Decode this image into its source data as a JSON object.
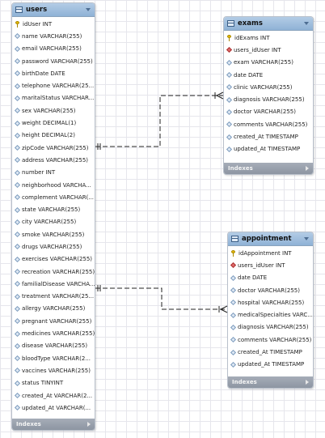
{
  "tables": {
    "users": {
      "title": "users",
      "footer": "Indexes",
      "columns": [
        {
          "label": "idUser INT",
          "icon": "key"
        },
        {
          "label": "name VARCHAR(255)",
          "icon": "diamond"
        },
        {
          "label": "email VARCHAR(255)",
          "icon": "diamond"
        },
        {
          "label": "password VARCHAR(255)",
          "icon": "diamond"
        },
        {
          "label": "birthDate DATE",
          "icon": "diamond"
        },
        {
          "label": "telephone VARCHAR(25...",
          "icon": "diamond"
        },
        {
          "label": "maritalStatus VARCHAR...",
          "icon": "diamond"
        },
        {
          "label": "sex VARCHAR(255)",
          "icon": "diamond"
        },
        {
          "label": "weight DECIMAL(1)",
          "icon": "diamond"
        },
        {
          "label": "height DECIMAL(2)",
          "icon": "diamond"
        },
        {
          "label": "zipCode VARCHAR(255)",
          "icon": "diamond"
        },
        {
          "label": "address VARCHAR(255)",
          "icon": "diamond"
        },
        {
          "label": "number INT",
          "icon": "diamond"
        },
        {
          "label": "neighborhood VARCHA...",
          "icon": "diamond"
        },
        {
          "label": "complement VARCHAR(...",
          "icon": "diamond"
        },
        {
          "label": "state VARCHAR(255)",
          "icon": "diamond"
        },
        {
          "label": "city VARCHAR(255)",
          "icon": "diamond"
        },
        {
          "label": "smoke VARCHAR(255)",
          "icon": "diamond"
        },
        {
          "label": "drugs VARCHAR(255)",
          "icon": "diamond"
        },
        {
          "label": "exercises VARCHAR(255)",
          "icon": "diamond"
        },
        {
          "label": "recreation VARCHAR(255)",
          "icon": "diamond"
        },
        {
          "label": "familialDisease VARCHA...",
          "icon": "diamond"
        },
        {
          "label": "treatment VARCHAR(25...",
          "icon": "diamond"
        },
        {
          "label": "allergy VARCHAR(255)",
          "icon": "diamond"
        },
        {
          "label": "pregnant VARCHAR(255)",
          "icon": "diamond"
        },
        {
          "label": "medicines VARCHAR(255)",
          "icon": "diamond"
        },
        {
          "label": "disease VARCHAR(255)",
          "icon": "diamond"
        },
        {
          "label": "bloodType VARCHAR(2...",
          "icon": "diamond"
        },
        {
          "label": "vaccines VARCHAR(255)",
          "icon": "diamond"
        },
        {
          "label": "status TINYINT",
          "icon": "diamond"
        },
        {
          "label": "created_At VARCHAR(2...",
          "icon": "diamond"
        },
        {
          "label": "updated_At VARCHAR(...",
          "icon": "diamond"
        }
      ]
    },
    "exams": {
      "title": "exams",
      "footer": "Indexes",
      "columns": [
        {
          "label": "idExams INT",
          "icon": "key"
        },
        {
          "label": "users_idUser INT",
          "icon": "fk"
        },
        {
          "label": "exam VARCHAR(255)",
          "icon": "diamond"
        },
        {
          "label": "date DATE",
          "icon": "diamond"
        },
        {
          "label": "clinic VARCHAR(255)",
          "icon": "diamond"
        },
        {
          "label": "diagnosis VARCHAR(255)",
          "icon": "diamond"
        },
        {
          "label": "doctor VARCHAR(255)",
          "icon": "diamond"
        },
        {
          "label": "comments VARCHAR(255)",
          "icon": "diamond"
        },
        {
          "label": "created_At TIMESTAMP",
          "icon": "diamond"
        },
        {
          "label": "updated_At TIMESTAMP",
          "icon": "diamond"
        }
      ]
    },
    "appointment": {
      "title": "appointment",
      "footer": "Indexes",
      "columns": [
        {
          "label": "idAppointment INT",
          "icon": "key"
        },
        {
          "label": "users_idUser INT",
          "icon": "fk"
        },
        {
          "label": "date DATE",
          "icon": "diamond"
        },
        {
          "label": "doctor VARCHAR(255)",
          "icon": "diamond"
        },
        {
          "label": "hospital VARCHAR(255)",
          "icon": "diamond"
        },
        {
          "label": "medicalSpecialties VARC...",
          "icon": "diamond"
        },
        {
          "label": "diagnosis VARCHAR(255)",
          "icon": "diamond"
        },
        {
          "label": "comments VARCHAR(255)",
          "icon": "diamond"
        },
        {
          "label": "created_At TIMESTAMP",
          "icon": "diamond"
        },
        {
          "label": "updated_At TIMESTAMP",
          "icon": "diamond"
        }
      ]
    }
  },
  "colors": {
    "header": "#a7c2df",
    "footer": "#959dab",
    "line": "#222222"
  }
}
